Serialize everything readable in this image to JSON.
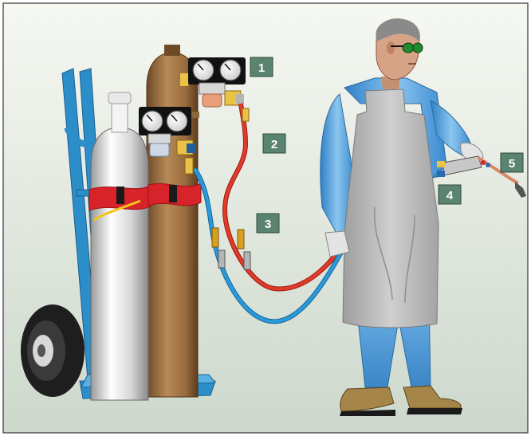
{
  "diagram": {
    "background": {
      "top_color": "#f6f8f2",
      "bottom_color": "#cdd8cc",
      "border_color": "#333333"
    },
    "colors": {
      "oxygen_hose": "#2a9ad8",
      "fuel_hose": "#e03a2a",
      "oxygen_cylinder": "#e4e4e4",
      "fuel_cylinder": "#a07240",
      "cart": "#2c8ec8",
      "apron": "#b8b8b8",
      "shirt": "#5aa8e4",
      "strap": "#d8232a",
      "callout_fill": "#5b8470"
    },
    "callouts": [
      {
        "id": "callout-1",
        "label": "1"
      },
      {
        "id": "callout-2",
        "label": "2"
      },
      {
        "id": "callout-3",
        "label": "3"
      },
      {
        "id": "callout-4",
        "label": "4"
      },
      {
        "id": "callout-5",
        "label": "5"
      }
    ],
    "components": {
      "cart": "hand-truck-cart",
      "oxygen_cylinder": "oxygen-cylinder",
      "fuel_cylinder": "fuel-gas-cylinder",
      "regulators": "pressure-regulators-with-gauges",
      "hoses": "oxygen-and-fuel-hoses",
      "torch": "welding-torch",
      "operator": "welder-with-goggles-and-apron"
    }
  }
}
